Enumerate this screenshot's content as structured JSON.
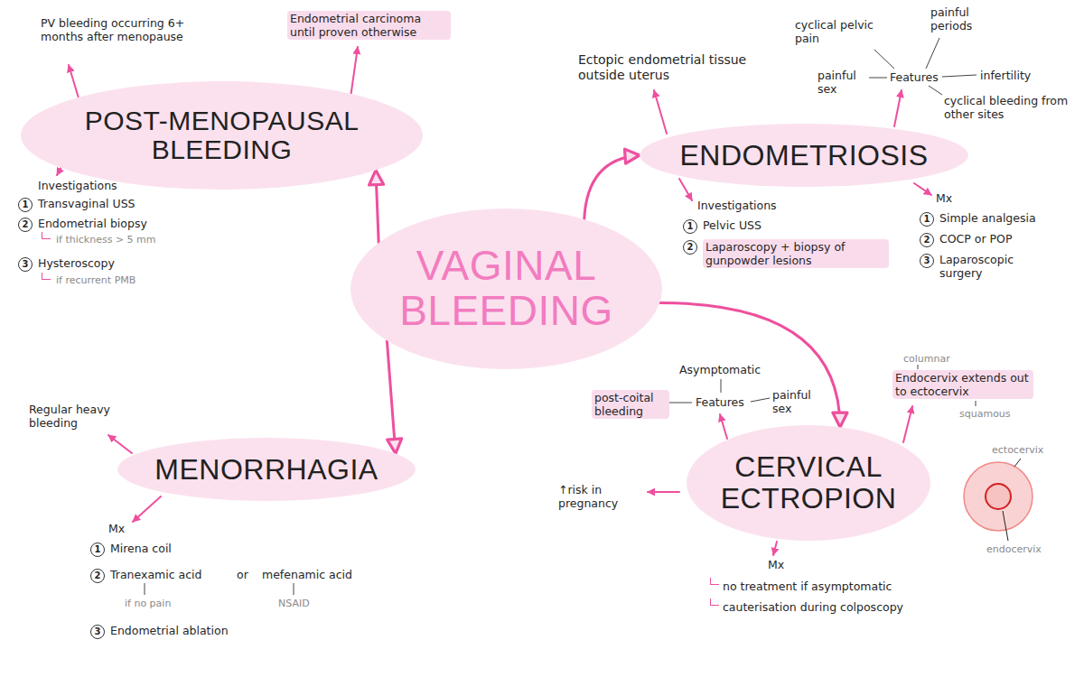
{
  "diagram": {
    "nodes": [
      {
        "text": [
          "POST-MENOPAUSAL BLEEDING"
        ]
      },
      {
        "text": [
          "ENDOMETRIOSIS"
        ]
      },
      {
        "text": [
          "VAGINAL BLEEDING"
        ]
      },
      {
        "text": [
          "MENORRHAGIA"
        ]
      },
      {
        "text": [
          "CERVICAL ECTROPION"
        ]
      }
    ],
    "edges": [
      {
        "from": 2,
        "to": 0,
        "arrow": "to"
      },
      {
        "from": 2,
        "to": 1,
        "arrow": "to"
      },
      {
        "from": 2,
        "to": 3,
        "arrow": "to"
      },
      {
        "from": 2,
        "to": 4,
        "arrow": "to"
      }
    ],
    "labels": [
      "PV bleeding occurring 6+ months after menopause",
      "Endometrial carcinoma until proven otherwise",
      "Investigations",
      "1",
      "Transvaginal USS",
      "2",
      "Endometrial biopsy",
      "if thickness > 5 mm",
      "3",
      "Hysteroscopy",
      "if recurrent PMB",
      "Ectopic endometrial tissue outside uterus",
      "Features",
      "cyclical pelvic pain",
      "painful periods",
      "infertility",
      "cyclical bleeding from other sites",
      "painful sex",
      "Investigations",
      "1",
      "Pelvic USS",
      "2",
      "Laparoscopy + biopsy of gunpowder lesions",
      "Mx",
      "1",
      "Simple analgesia",
      "2",
      "COCP or POP",
      "3",
      "Laparoscopic surgery",
      "Regular heavy bleeding",
      "Mx",
      "1",
      "Mirena coil",
      "2",
      "Tranexamic acid",
      "or",
      "mefenamic acid",
      "if no pain",
      "NSAID",
      "3",
      "Endometrial ablation",
      "Asymptomatic",
      "Features",
      "post-coital bleeding",
      "painful sex",
      "columnar",
      "Endocervix extends out to ectocervix",
      "squamous",
      "ectocervix",
      "endocervix",
      "↑risk in pregnancy",
      "Mx",
      "no treatment if asymptomatic",
      "cauterisation during colposcopy"
    ]
  }
}
